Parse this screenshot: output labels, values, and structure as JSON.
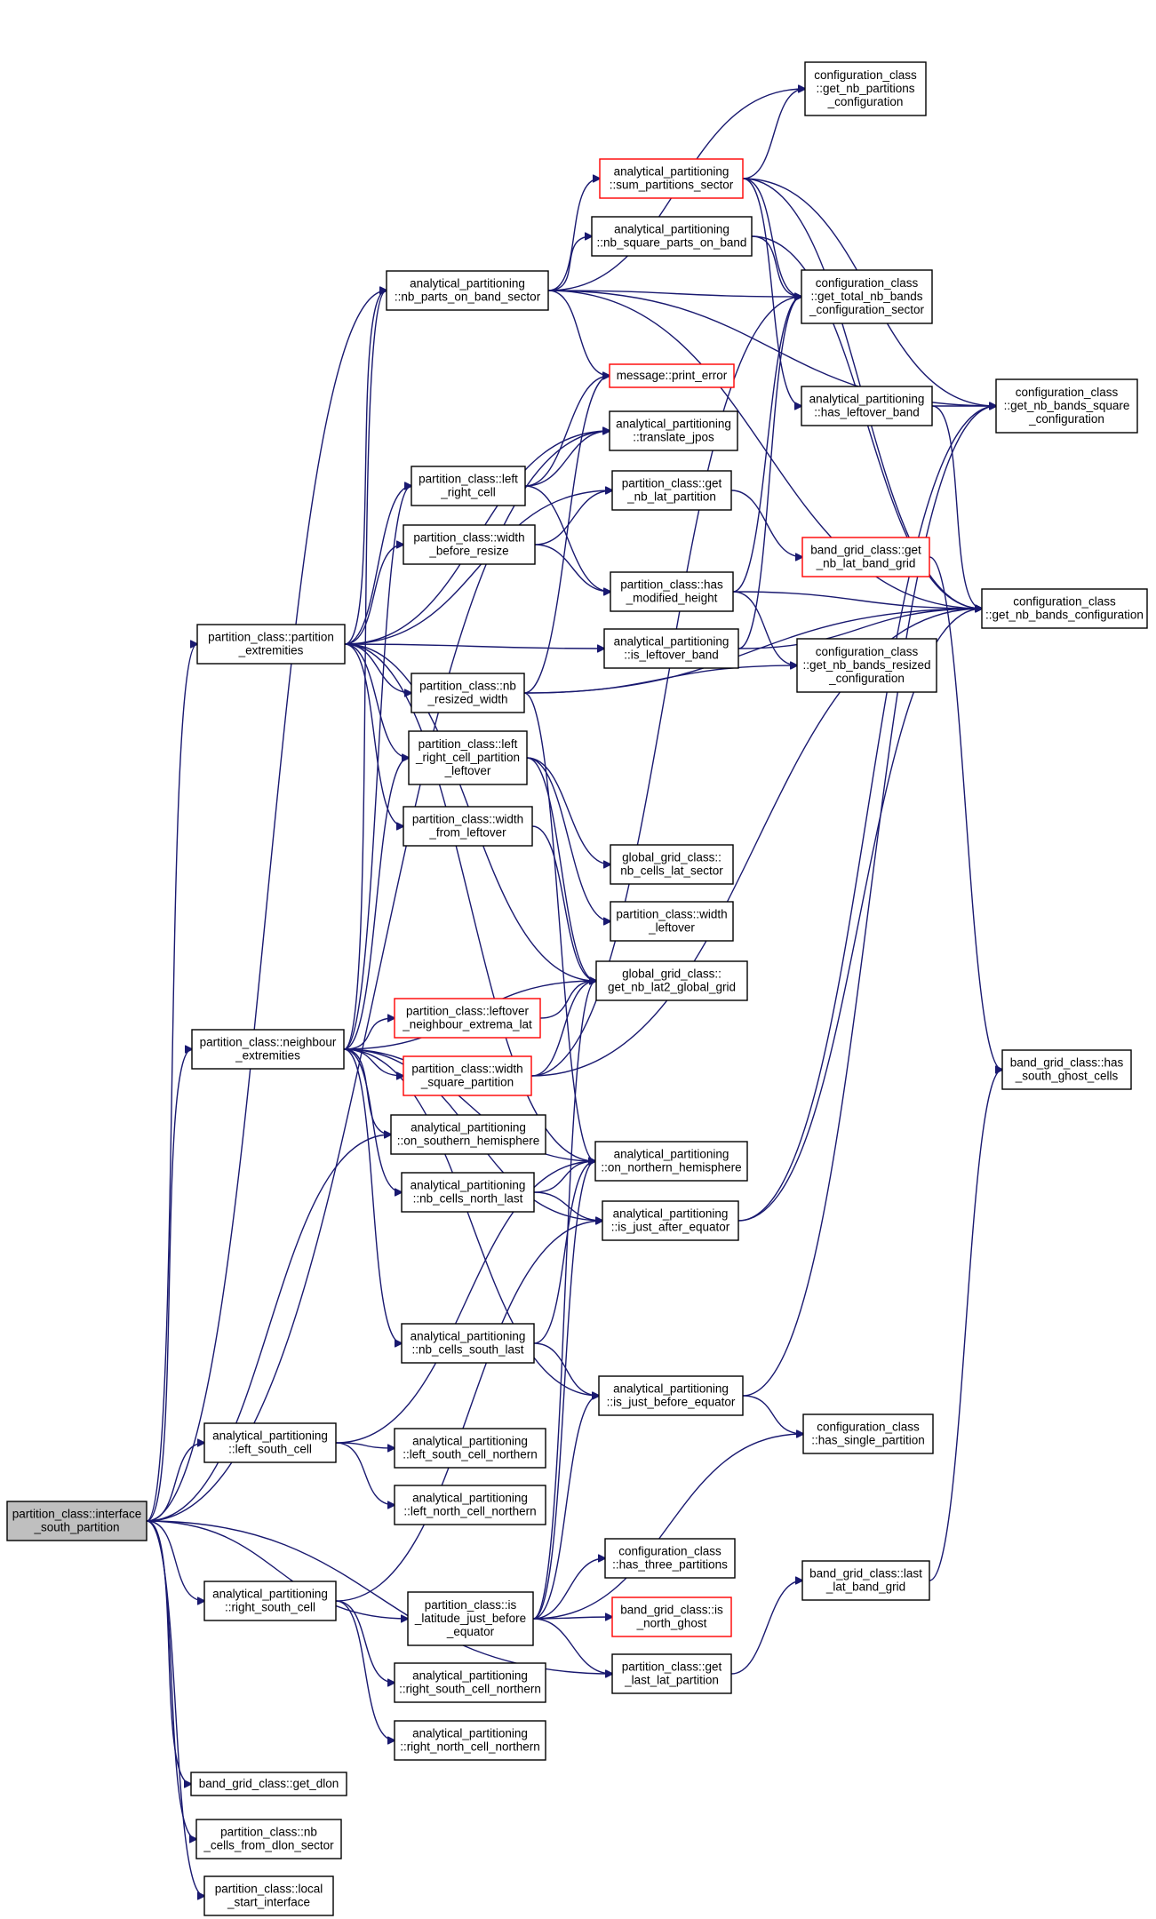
{
  "diagram": {
    "root": "interface_south_partition",
    "colors": {
      "edge": "#191970",
      "box": "#000000",
      "box_warning": "#ff0000",
      "root_fill": "#bfbfbf"
    },
    "nodes": [
      {
        "id": "interface_south_partition",
        "lines": [
          "partition_class::interface",
          "_south_partition"
        ]
      },
      {
        "id": "nb_parts_on_band_sector",
        "lines": [
          "analytical_partitioning",
          "::nb_parts_on_band_sector"
        ]
      },
      {
        "id": "get_nb_partitions_configuration",
        "lines": [
          "configuration_class",
          "::get_nb_partitions",
          "_configuration"
        ]
      },
      {
        "id": "sum_partitions_sector",
        "lines": [
          "analytical_partitioning",
          "::sum_partitions_sector"
        ],
        "red": true
      },
      {
        "id": "nb_square_parts_on_band",
        "lines": [
          "analytical_partitioning",
          "::nb_square_parts_on_band"
        ]
      },
      {
        "id": "get_total_nb_bands_configuration_sector",
        "lines": [
          "configuration_class",
          "::get_total_nb_bands",
          "_configuration_sector"
        ]
      },
      {
        "id": "print_error",
        "lines": [
          "message::print_error"
        ],
        "red": true
      },
      {
        "id": "translate_jpos",
        "lines": [
          "analytical_partitioning",
          "::translate_jpos"
        ]
      },
      {
        "id": "has_leftover_band",
        "lines": [
          "analytical_partitioning",
          "::has_leftover_band"
        ]
      },
      {
        "id": "get_nb_bands_square_configuration",
        "lines": [
          "configuration_class",
          "::get_nb_bands_square",
          "_configuration"
        ]
      },
      {
        "id": "left_right_cell",
        "lines": [
          "partition_class::left",
          "_right_cell"
        ]
      },
      {
        "id": "get_nb_lat_partition",
        "lines": [
          "partition_class::get",
          "_nb_lat_partition"
        ]
      },
      {
        "id": "get_nb_lat_band_grid",
        "lines": [
          "band_grid_class::get",
          "_nb_lat_band_grid"
        ],
        "red": true
      },
      {
        "id": "width_before_resize",
        "lines": [
          "partition_class::width",
          "_before_resize"
        ]
      },
      {
        "id": "has_modified_height",
        "lines": [
          "partition_class::has",
          "_modified_height"
        ]
      },
      {
        "id": "get_nb_bands_configuration",
        "lines": [
          "configuration_class",
          "::get_nb_bands_configuration"
        ]
      },
      {
        "id": "partition_extremities",
        "lines": [
          "partition_class::partition",
          "_extremities"
        ]
      },
      {
        "id": "is_leftover_band",
        "lines": [
          "analytical_partitioning",
          "::is_leftover_band"
        ]
      },
      {
        "id": "get_nb_bands_resized_configuration",
        "lines": [
          "configuration_class",
          "::get_nb_bands_resized",
          "_configuration"
        ]
      },
      {
        "id": "nb_resized_width",
        "lines": [
          "partition_class::nb",
          "_resized_width"
        ]
      },
      {
        "id": "left_right_cell_partition_leftover",
        "lines": [
          "partition_class::left",
          "_right_cell_partition",
          "_leftover"
        ]
      },
      {
        "id": "width_from_leftover",
        "lines": [
          "partition_class::width",
          "_from_leftover"
        ]
      },
      {
        "id": "nb_cells_lat_sector",
        "lines": [
          "global_grid_class::",
          "nb_cells_lat_sector"
        ]
      },
      {
        "id": "width_leftover",
        "lines": [
          "partition_class::width",
          "_leftover"
        ]
      },
      {
        "id": "get_nb_lat2_global_grid",
        "lines": [
          "global_grid_class::",
          "get_nb_lat2_global_grid"
        ]
      },
      {
        "id": "leftover_neighbour_extrema_lat",
        "lines": [
          "partition_class::leftover",
          "_neighbour_extrema_lat"
        ],
        "red": true
      },
      {
        "id": "neighbour_extremities",
        "lines": [
          "partition_class::neighbour",
          "_extremities"
        ]
      },
      {
        "id": "width_square_partition",
        "lines": [
          "partition_class::width",
          "_square_partition"
        ],
        "red": true
      },
      {
        "id": "has_south_ghost_cells",
        "lines": [
          "band_grid_class::has",
          "_south_ghost_cells"
        ]
      },
      {
        "id": "on_southern_hemisphere",
        "lines": [
          "analytical_partitioning",
          "::on_southern_hemisphere"
        ]
      },
      {
        "id": "on_northern_hemisphere",
        "lines": [
          "analytical_partitioning",
          "::on_northern_hemisphere"
        ]
      },
      {
        "id": "nb_cells_north_last",
        "lines": [
          "analytical_partitioning",
          "::nb_cells_north_last"
        ]
      },
      {
        "id": "is_just_after_equator",
        "lines": [
          "analytical_partitioning",
          "::is_just_after_equator"
        ]
      },
      {
        "id": "nb_cells_south_last",
        "lines": [
          "analytical_partitioning",
          "::nb_cells_south_last"
        ]
      },
      {
        "id": "is_just_before_equator",
        "lines": [
          "analytical_partitioning",
          "::is_just_before_equator"
        ]
      },
      {
        "id": "left_south_cell",
        "lines": [
          "analytical_partitioning",
          "::left_south_cell"
        ]
      },
      {
        "id": "left_south_cell_northern",
        "lines": [
          "analytical_partitioning",
          "::left_south_cell_northern"
        ]
      },
      {
        "id": "has_single_partition",
        "lines": [
          "configuration_class",
          "::has_single_partition"
        ]
      },
      {
        "id": "left_north_cell_northern",
        "lines": [
          "analytical_partitioning",
          "::left_north_cell_northern"
        ]
      },
      {
        "id": "has_three_partitions",
        "lines": [
          "configuration_class",
          "::has_three_partitions"
        ]
      },
      {
        "id": "last_lat_band_grid",
        "lines": [
          "band_grid_class::last",
          "_lat_band_grid"
        ]
      },
      {
        "id": "right_south_cell",
        "lines": [
          "analytical_partitioning",
          "::right_south_cell"
        ]
      },
      {
        "id": "is_latitude_just_before_equator",
        "lines": [
          "partition_class::is",
          "_latitude_just_before",
          "_equator"
        ]
      },
      {
        "id": "is_north_ghost",
        "lines": [
          "band_grid_class::is",
          "_north_ghost"
        ],
        "red": true
      },
      {
        "id": "get_last_lat_partition",
        "lines": [
          "partition_class::get",
          "_last_lat_partition"
        ]
      },
      {
        "id": "right_south_cell_northern",
        "lines": [
          "analytical_partitioning",
          "::right_south_cell_northern"
        ]
      },
      {
        "id": "right_north_cell_northern",
        "lines": [
          "analytical_partitioning",
          "::right_north_cell_northern"
        ]
      },
      {
        "id": "get_dlon",
        "lines": [
          "band_grid_class::get_dlon"
        ]
      },
      {
        "id": "nb_cells_from_dlon_sector",
        "lines": [
          "partition_class::nb",
          "_cells_from_dlon_sector"
        ]
      },
      {
        "id": "local_start_interface",
        "lines": [
          "partition_class::local",
          "_start_interface"
        ]
      }
    ],
    "edges": [
      [
        "interface_south_partition",
        "nb_parts_on_band_sector"
      ],
      [
        "interface_south_partition",
        "partition_extremities"
      ],
      [
        "interface_south_partition",
        "neighbour_extremities"
      ],
      [
        "interface_south_partition",
        "translate_jpos"
      ],
      [
        "interface_south_partition",
        "left_south_cell"
      ],
      [
        "interface_south_partition",
        "right_south_cell"
      ],
      [
        "interface_south_partition",
        "is_latitude_just_before_equator"
      ],
      [
        "interface_south_partition",
        "on_southern_hemisphere"
      ],
      [
        "interface_south_partition",
        "get_last_lat_partition"
      ],
      [
        "interface_south_partition",
        "get_dlon"
      ],
      [
        "interface_south_partition",
        "nb_cells_from_dlon_sector"
      ],
      [
        "interface_south_partition",
        "local_start_interface"
      ],
      [
        "nb_parts_on_band_sector",
        "get_nb_partitions_configuration"
      ],
      [
        "nb_parts_on_band_sector",
        "get_nb_bands_square_configuration"
      ],
      [
        "nb_parts_on_band_sector",
        "sum_partitions_sector"
      ],
      [
        "nb_parts_on_band_sector",
        "nb_square_parts_on_band"
      ],
      [
        "nb_parts_on_band_sector",
        "get_total_nb_bands_configuration_sector"
      ],
      [
        "nb_parts_on_band_sector",
        "print_error"
      ],
      [
        "nb_parts_on_band_sector",
        "get_nb_bands_configuration"
      ],
      [
        "sum_partitions_sector",
        "get_nb_partitions_configuration"
      ],
      [
        "sum_partitions_sector",
        "get_total_nb_bands_configuration_sector"
      ],
      [
        "sum_partitions_sector",
        "has_leftover_band"
      ],
      [
        "sum_partitions_sector",
        "get_nb_bands_square_configuration"
      ],
      [
        "sum_partitions_sector",
        "get_nb_bands_configuration"
      ],
      [
        "nb_square_parts_on_band",
        "get_total_nb_bands_configuration_sector"
      ],
      [
        "nb_square_parts_on_band",
        "get_nb_bands_configuration"
      ],
      [
        "has_leftover_band",
        "get_nb_bands_square_configuration"
      ],
      [
        "has_leftover_band",
        "get_nb_bands_configuration"
      ],
      [
        "left_right_cell",
        "print_error"
      ],
      [
        "left_right_cell",
        "translate_jpos"
      ],
      [
        "left_right_cell",
        "has_modified_height"
      ],
      [
        "get_nb_lat_partition",
        "get_nb_lat_band_grid"
      ],
      [
        "get_nb_lat_band_grid",
        "has_south_ghost_cells"
      ],
      [
        "width_before_resize",
        "get_nb_lat_partition"
      ],
      [
        "width_before_resize",
        "has_modified_height"
      ],
      [
        "has_modified_height",
        "get_total_nb_bands_configuration_sector"
      ],
      [
        "has_modified_height",
        "get_nb_bands_configuration"
      ],
      [
        "has_modified_height",
        "get_nb_bands_resized_configuration"
      ],
      [
        "partition_extremities",
        "nb_parts_on_band_sector"
      ],
      [
        "partition_extremities",
        "translate_jpos"
      ],
      [
        "partition_extremities",
        "get_nb_lat_partition"
      ],
      [
        "partition_extremities",
        "left_right_cell"
      ],
      [
        "partition_extremities",
        "width_before_resize"
      ],
      [
        "partition_extremities",
        "is_leftover_band"
      ],
      [
        "partition_extremities",
        "nb_resized_width"
      ],
      [
        "partition_extremities",
        "left_right_cell_partition_leftover"
      ],
      [
        "partition_extremities",
        "width_from_leftover"
      ],
      [
        "partition_extremities",
        "get_nb_lat2_global_grid"
      ],
      [
        "partition_extremities",
        "on_northern_hemisphere"
      ],
      [
        "is_leftover_band",
        "get_total_nb_bands_configuration_sector"
      ],
      [
        "is_leftover_band",
        "get_nb_bands_configuration"
      ],
      [
        "nb_resized_width",
        "print_error"
      ],
      [
        "nb_resized_width",
        "get_nb_bands_resized_configuration"
      ],
      [
        "nb_resized_width",
        "get_nb_bands_configuration"
      ],
      [
        "nb_resized_width",
        "on_northern_hemisphere"
      ],
      [
        "left_right_cell_partition_leftover",
        "nb_cells_lat_sector"
      ],
      [
        "left_right_cell_partition_leftover",
        "width_leftover"
      ],
      [
        "left_right_cell_partition_leftover",
        "get_nb_lat2_global_grid"
      ],
      [
        "width_from_leftover",
        "get_nb_lat2_global_grid"
      ],
      [
        "leftover_neighbour_extrema_lat",
        "get_nb_lat2_global_grid"
      ],
      [
        "neighbour_extremities",
        "nb_parts_on_band_sector"
      ],
      [
        "neighbour_extremities",
        "left_right_cell"
      ],
      [
        "neighbour_extremities",
        "left_right_cell_partition_leftover"
      ],
      [
        "neighbour_extremities",
        "leftover_neighbour_extrema_lat"
      ],
      [
        "neighbour_extremities",
        "width_square_partition"
      ],
      [
        "neighbour_extremities",
        "get_nb_lat2_global_grid"
      ],
      [
        "neighbour_extremities",
        "on_southern_hemisphere"
      ],
      [
        "neighbour_extremities",
        "on_northern_hemisphere"
      ],
      [
        "neighbour_extremities",
        "nb_cells_north_last"
      ],
      [
        "neighbour_extremities",
        "is_just_after_equator"
      ],
      [
        "neighbour_extremities",
        "nb_cells_south_last"
      ],
      [
        "neighbour_extremities",
        "is_just_before_equator"
      ],
      [
        "width_square_partition",
        "get_nb_lat2_global_grid"
      ],
      [
        "width_square_partition",
        "get_nb_bands_configuration"
      ],
      [
        "width_square_partition",
        "get_total_nb_bands_configuration_sector"
      ],
      [
        "nb_cells_north_last",
        "on_northern_hemisphere"
      ],
      [
        "nb_cells_north_last",
        "is_just_after_equator"
      ],
      [
        "is_just_after_equator",
        "get_nb_bands_configuration"
      ],
      [
        "is_just_after_equator",
        "get_nb_bands_square_configuration"
      ],
      [
        "nb_cells_south_last",
        "on_northern_hemisphere"
      ],
      [
        "nb_cells_south_last",
        "is_just_before_equator"
      ],
      [
        "is_just_before_equator",
        "get_nb_bands_square_configuration"
      ],
      [
        "is_just_before_equator",
        "has_single_partition"
      ],
      [
        "left_south_cell",
        "left_south_cell_northern"
      ],
      [
        "left_south_cell",
        "left_north_cell_northern"
      ],
      [
        "left_south_cell",
        "on_northern_hemisphere"
      ],
      [
        "right_south_cell",
        "right_south_cell_northern"
      ],
      [
        "right_south_cell",
        "right_north_cell_northern"
      ],
      [
        "right_south_cell",
        "is_just_after_equator"
      ],
      [
        "is_latitude_just_before_equator",
        "on_northern_hemisphere"
      ],
      [
        "is_latitude_just_before_equator",
        "is_just_before_equator"
      ],
      [
        "is_latitude_just_before_equator",
        "has_single_partition"
      ],
      [
        "is_latitude_just_before_equator",
        "has_three_partitions"
      ],
      [
        "is_latitude_just_before_equator",
        "is_north_ghost"
      ],
      [
        "is_latitude_just_before_equator",
        "get_last_lat_partition"
      ],
      [
        "is_latitude_just_before_equator",
        "get_nb_lat2_global_grid"
      ],
      [
        "get_last_lat_partition",
        "last_lat_band_grid"
      ],
      [
        "last_lat_band_grid",
        "has_south_ghost_cells"
      ]
    ]
  }
}
